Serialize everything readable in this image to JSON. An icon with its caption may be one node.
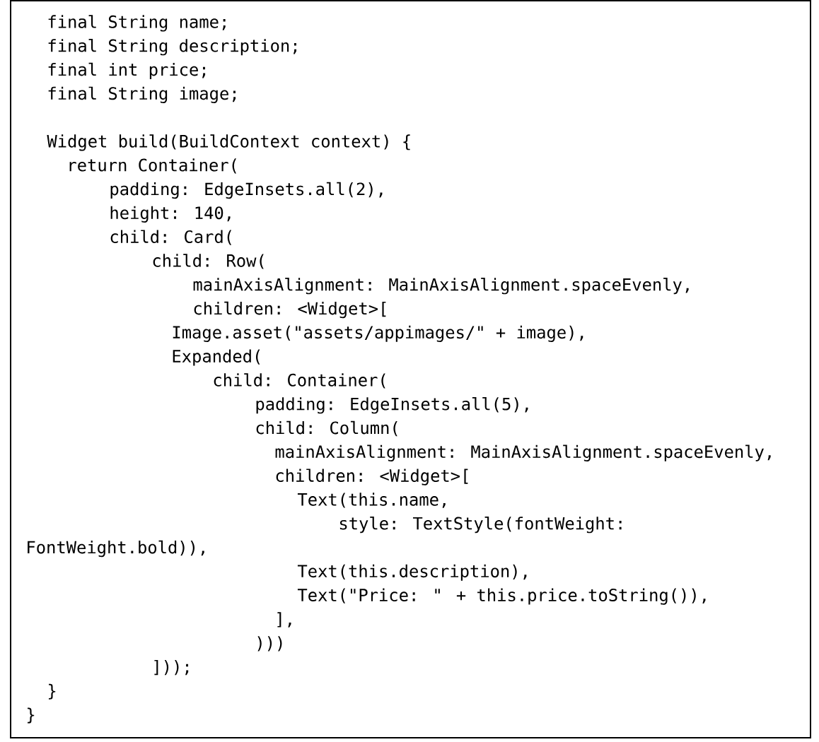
{
  "diagram": {
    "labels": [
      "final String name;",
      "final String description;",
      "final int price;",
      "final String image;",
      "Widget build(BuildContext context) {",
      "return Container(",
      "padding: EdgeInsets.all(2),",
      "height: 140,",
      "child: Card(",
      "child: Row(",
      "mainAxisAlignment: MainAxisAlignment.spaceEvenly,",
      "children: <Widget>[",
      "Image.asset(\"assets/appimages/\" + image),",
      "Expanded(",
      "child: Container(",
      "padding: EdgeInsets.all(5),",
      "child: Column(",
      "mainAxisAlignment: MainAxisAlignment.spaceEvenly,",
      "children: <Widget>[",
      "Text(this.name,",
      "style: TextStyle(fontWeight:",
      "FontWeight.bold)),",
      "Text(this.description),",
      "Text(\"Price: \" + this.price.toString()),",
      "],",
      ")))",
      "]));",
      "}",
      "}"
    ]
  }
}
